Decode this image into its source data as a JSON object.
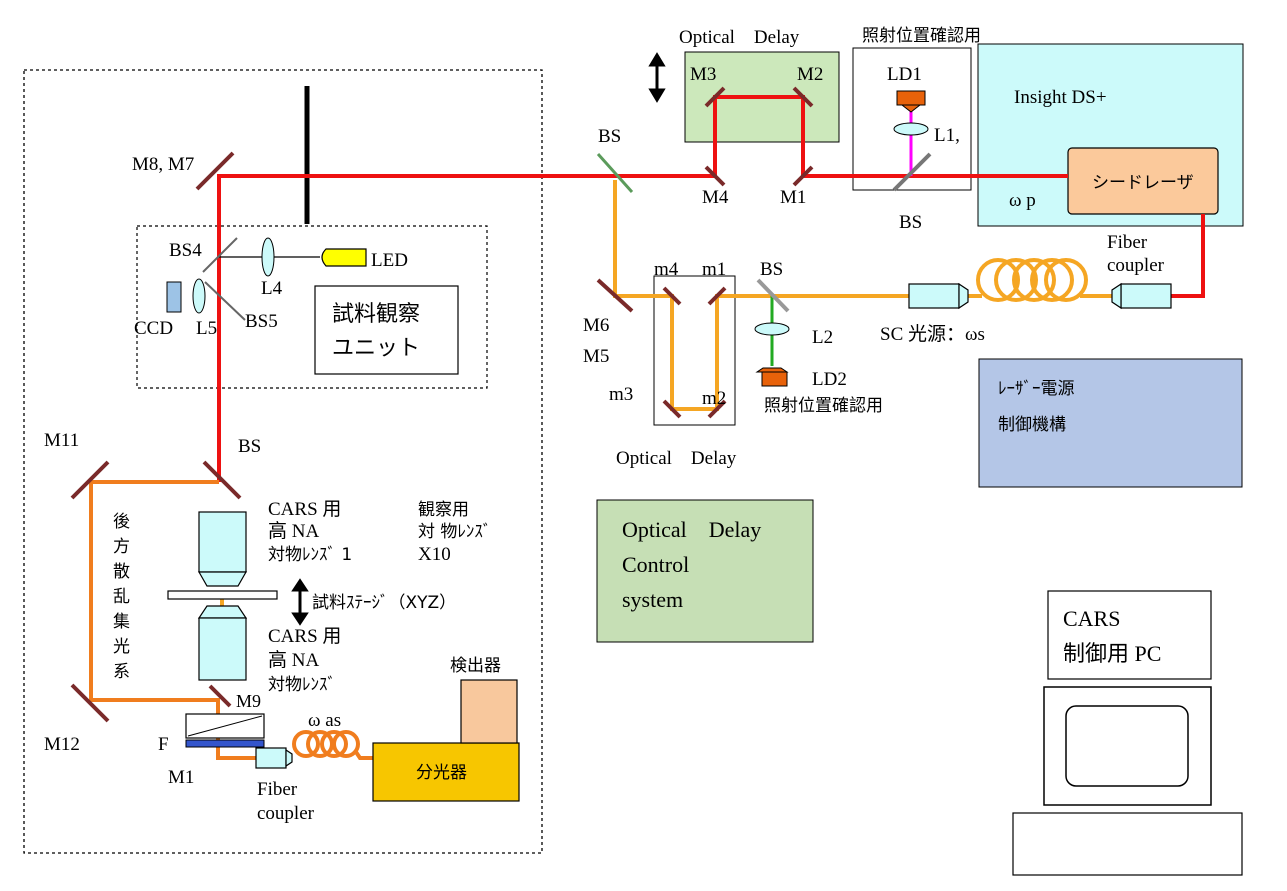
{
  "colors": {
    "pump_beam": "#ee1111",
    "stokes_beam": "#f5a623",
    "backscatter_beam": "#f07d1e",
    "delay_box": "#cce8bb",
    "laser_box": "#ccfafa",
    "seed_laser": "#fbc99b",
    "power_box": "#b4c6e7",
    "control_box": "#c6dfb5",
    "spectrometer": "#f7c600",
    "detector": "#f8c89d",
    "led": "#ffff00",
    "ld": "#e8620a",
    "mirror": "#7a2a2a"
  },
  "labels": {
    "delay_top_title": "Optical　Delay",
    "alignment_top": "照射位置確認用",
    "m3": "M3",
    "m2": "M2",
    "m4": "M4",
    "m1": "M1",
    "ld1": "LD1",
    "l1": "L1,",
    "bs_laser": "BS",
    "insight": "Insight DS+",
    "seed_laser": "シードレーザ",
    "omega_p": "ω p",
    "bs_top": "BS",
    "m8_m7": "M8, M7",
    "bs4": "BS4",
    "l4": "L4",
    "led": "LED",
    "ccd": "CCD",
    "l5": "L5",
    "bs5": "BS5",
    "obs_unit_1": "試料観察",
    "obs_unit_2": "ユニット",
    "m6": "M6",
    "m5": "M5",
    "dm4": "m4",
    "dm1": "m1",
    "dm3": "m3",
    "dm2": "m2",
    "bs_sc": "BS",
    "l2": "L2",
    "ld2": "LD2",
    "alignment_2": "照射位置確認用",
    "delay_bottom_title": "Optical　Delay",
    "fiber_coupler_top_1": "Fiber",
    "fiber_coupler_top_2": "coupler",
    "sc_source": "SC 光源：ωs",
    "power_1": "ﾚｰｻﾞｰ電源",
    "power_2": "制御機構",
    "m11": "M11",
    "bs_obj": "BS",
    "cars_obj_1a": "CARS 用",
    "cars_obj_1b": "高 NA",
    "cars_obj_1c": "対物ﾚﾝｽﾞ 1",
    "obs_obj_a": "観察用",
    "obs_obj_b": "対 物ﾚﾝｽﾞ",
    "obs_obj_c": "X10",
    "backscatter": [
      "後",
      "方",
      "散",
      "乱",
      "集",
      "光",
      "系"
    ],
    "stage": "試料ｽﾃｰｼﾞ（XYZ）",
    "cars_obj_2a": "CARS 用",
    "cars_obj_2b": "高 NA",
    "cars_obj_2c": "対物ﾚﾝｽﾞ",
    "m9": "M9",
    "m12": "M12",
    "f": "F",
    "m1_bottom": "M1",
    "omega_as": "ω as",
    "fiber_coupler_bottom_1": "Fiber",
    "fiber_coupler_bottom_2": "coupler",
    "detector": "検出器",
    "spectrometer": "分光器",
    "control_1": "Optical　Delay",
    "control_2": "Control",
    "control_3": "system",
    "pc_1": "CARS",
    "pc_2": "制御用 PC"
  }
}
